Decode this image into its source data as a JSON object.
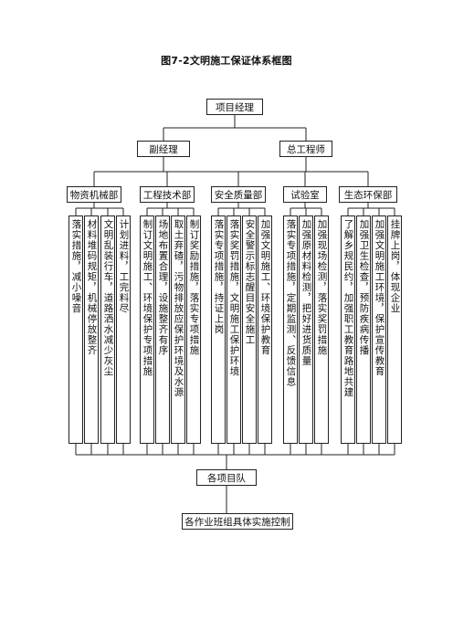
{
  "title": "图7-2文明施工保证体系框图",
  "top": "项目经理",
  "level2": [
    "副经理",
    "总工程师"
  ],
  "departments": [
    {
      "name": "物资机械部",
      "items": [
        "落实措施，减小噪音",
        "材料堆码规矩，机械停放整齐",
        "文明乱装行车，道路洒水减少灰尘",
        "计划进料，工完料尽"
      ]
    },
    {
      "name": "工程技术部",
      "items": [
        "制订文明施工、环境保护专项措施",
        "场地布置合理，设施整齐有序",
        "取土弃碴，污物排放应保护环境及水源",
        "制订奖励措施，落实专项措施"
      ]
    },
    {
      "name": "安全质量部",
      "items": [
        "落实专项措施，持证上岗",
        "落实奖罚措施，文明施工保护环境",
        "安全警示标志醒目安全施工",
        "加强文明施工、环境保护教育"
      ]
    },
    {
      "name": "试验室",
      "items": [
        "落实专项措施，定期监测、反馈信息",
        "加强原材料检测，把好进货质量",
        "加强现场检测，落实奖罚措施"
      ]
    },
    {
      "name": "生态环保部",
      "items": [
        "了解乡规民约，加强职工教育路地共建",
        "加强卫生检查，预防疾病传播",
        "加强文明施工环境，保护宣传教育",
        "挂牌上岗，体现企业"
      ]
    }
  ],
  "bottom1": "各项目队",
  "bottom2": "各作业班组具体实施控制"
}
